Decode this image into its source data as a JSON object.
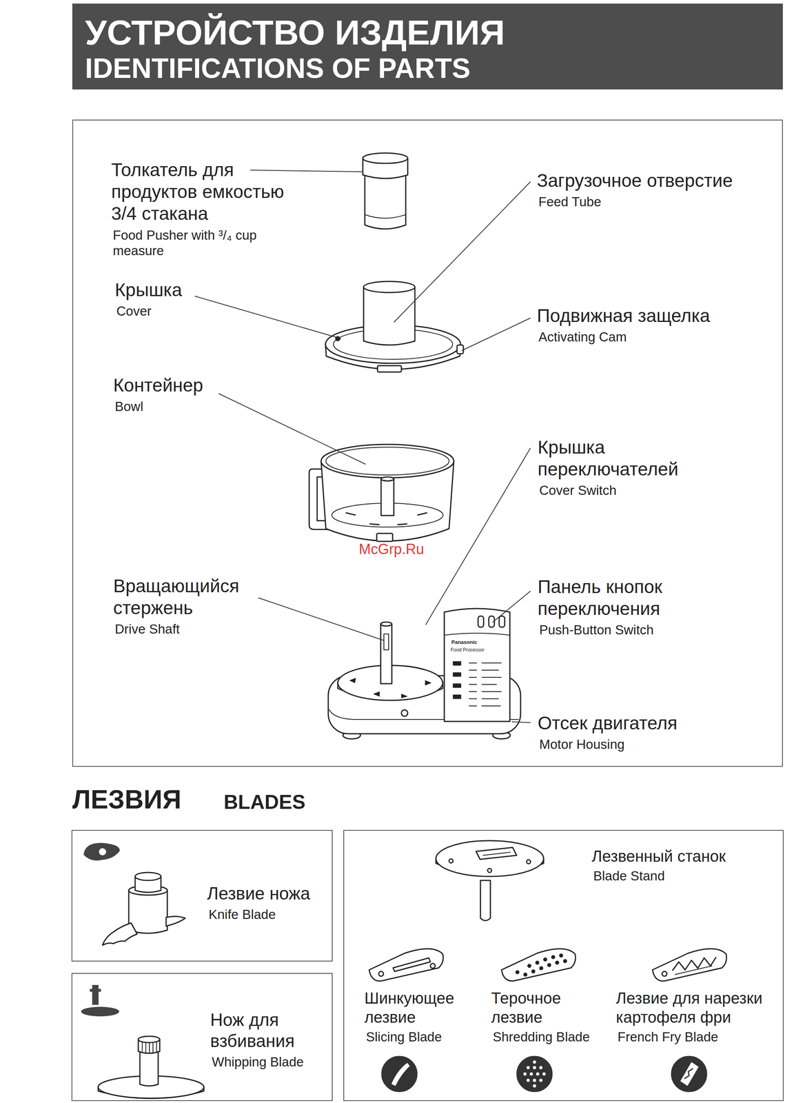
{
  "diagram": {
    "nodes": [
      {
        "text": [
          "УСТРОЙСТВО ИЗДЕЛИЯ",
          "IDENTIFICATIONS OF PARTS"
        ]
      },
      {
        "text": [
          "Толкатель для продуктов емкостью 3/4 стакана",
          "Food Pusher with ³/₄ cup measure",
          "Загрузочное отверстие",
          "Feed Tube",
          "Крышка",
          "Cover",
          "Подвижная защелка",
          "Activating Cam",
          "Контейнер",
          "Bowl",
          "Крышка переключателей",
          "Cover Switch",
          "Вращающийся стержень",
          "Drive Shaft",
          "Панель кнопок переключения",
          "Push-Button Switch",
          "Отсек двигателя",
          "Motor Housing"
        ]
      },
      {
        "text": [
          "Лезвие ножа",
          "Knife Blade"
        ]
      },
      {
        "text": [
          "Лезвенный станок",
          "Blade Stand",
          "Шинкующее лезвие",
          "Slicing Blade",
          "Терочное лезвие",
          "Shredding Blade",
          "Лезвие для нарезки картофеля фри",
          "French Fry Blade"
        ]
      },
      {
        "text": [
          "Нож для взбивания",
          "Whipping Blade"
        ]
      }
    ],
    "labels": [
      "Panasonic",
      "Food Processor",
      "McGrp.Ru",
      "ЛЕЗВИЯ",
      "BLADES"
    ]
  }
}
